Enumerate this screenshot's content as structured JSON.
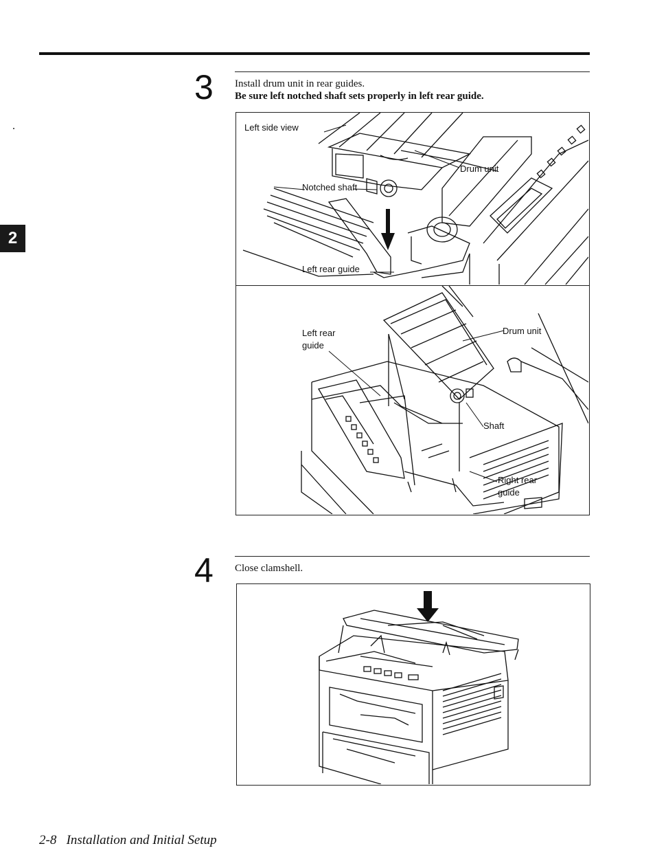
{
  "chapter_tab": "2",
  "steps": [
    {
      "number": "3",
      "text": "Install drum unit in rear guides.",
      "note": "Be sure left notched shaft sets properly in left rear guide.",
      "figure_top_labels": {
        "left_side_view": "Left side view",
        "drum_unit": "Drum unit",
        "notched_shaft": "Notched shaft",
        "left_rear_guide": "Left rear guide"
      },
      "figure_bottom_labels": {
        "left_rear_line1": "Left rear",
        "left_rear_line2": "guide",
        "drum_unit": "Drum unit",
        "shaft": "Shaft",
        "right_rear_line1": "Right rear",
        "right_rear_line2": "guide"
      }
    },
    {
      "number": "4",
      "text": "Close clamshell."
    }
  ],
  "footer": {
    "page_number": "2-8",
    "section_title": "Installation and Initial Setup"
  }
}
